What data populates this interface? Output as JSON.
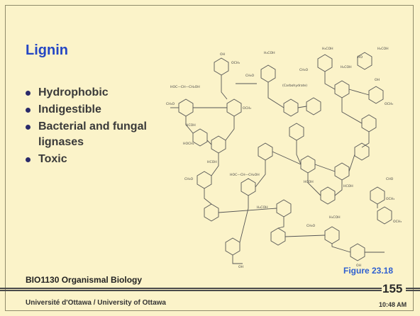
{
  "slide": {
    "title": "Lignin",
    "bullets": [
      "Hydrophobic",
      "Indigestible",
      "Bacterial and fungal lignases",
      "Toxic"
    ],
    "figure_ref": "Figure 23.18",
    "course": "BIO1130 Organismal Biology",
    "institution": "Université d'Ottawa / University of Ottawa",
    "page_number": "155",
    "time": "10:48 AM"
  },
  "diagram": {
    "labels": {
      "carbohydrate": "(Carbohydrate)",
      "ch2oh_a": "H₂COH",
      "ch2oh_b": "H₂COH",
      "ch2oh_c": "H₂COH",
      "ch2oh_d": "H₂COH",
      "ch2oh_e": "H₂COH",
      "ch2oh_f": "H₂COH",
      "och3_a": "OCH₃",
      "och3_b": "OCH₃",
      "och3_c": "OCH₃",
      "och3_d": "OCH₃",
      "och3_e": "OCH₃",
      "h3co_a": "CH₃O",
      "h3co_b": "CH₃O",
      "h3co_c": "CH₃O",
      "h3co_d": "CH₃O",
      "h3co_e": "CH₃O",
      "hoc_a": "HOC—CH—CH₂OH",
      "hoc_b": "HOC—CH—CH₂OH",
      "oh_a": "OH",
      "oh_b": "OH",
      "oh_c": "OH",
      "oh_d": "OH",
      "hcoh_a": "HCOH",
      "hcoh_b": "HCOH",
      "hcoh_c": "HCOH",
      "hcoh_d": "HCOH",
      "hooh": "HOCH₂",
      "cho": "CHO",
      "ho": "HO"
    }
  }
}
